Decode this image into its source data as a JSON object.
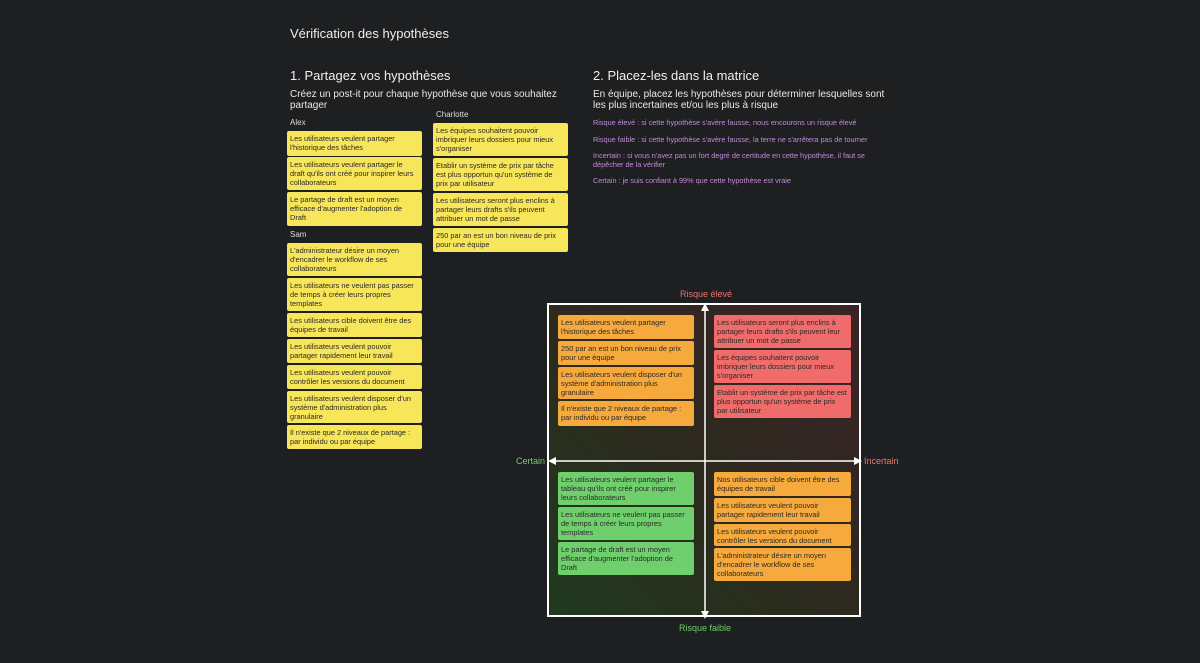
{
  "page": {
    "title": "Vérification des hypothèses"
  },
  "section1": {
    "heading": "1. Partagez vos hypothèses",
    "subtitle": "Créez un post-it pour chaque hypothèse que vous souhaitez partager",
    "groups": [
      {
        "name": "Alex",
        "notes": [
          "Les utilisateurs veulent partager l'historique des tâches",
          "Les utilisateurs veulent partager le draft qu'ils ont créé pour inspirer leurs collaborateurs",
          "Le partage de draft est un moyen efficace d'augmenter l'adoption de Draft"
        ]
      },
      {
        "name": "Charlotte",
        "notes": [
          "Les équipes souhaitent pouvoir imbriquer leurs dossiers pour mieux s'organiser",
          "Etablir un système de prix par tâche est plus opportun qu'un système de prix par utilisateur",
          "Les utilisateurs seront plus enclins à partager leurs drafts s'ils peuvent attribuer un mot de passe",
          "250 par an est un bon niveau de prix pour une équipe"
        ]
      },
      {
        "name": "Sam",
        "notes": [
          "L'administrateur désire un moyen d'encadrer le workflow de ses collaborateurs",
          "Les utilisateurs ne veulent pas passer de temps à créer leurs propres templates",
          "Les utilisateurs cible doivent être des équipes de travail",
          "Les utilisateurs veulent pouvoir partager rapidement leur travail",
          "Les utilisateurs veulent pouvoir contrôler les versions du document",
          "Les utilisateurs veulent disposer d'un système d'administration plus granulaire",
          "Il n'existe que 2 niveaux de partage : par individu ou par équipe"
        ]
      }
    ]
  },
  "section2": {
    "heading": "2. Placez-les dans la matrice",
    "subtitle": "En équipe, placez les hypothèses pour déterminer lesquelles sont les plus incertaines et/ou les plus à risque",
    "legend": [
      "Risque élevé : si cette hypothèse s'avère fausse, nous encourons un risque élevé",
      "Risque faible : si cette hypothèse s'avère fausse, la terre ne s'arrêtera pas de tourner",
      "Incertain : si vous n'avez pas un fort degré de certitude en cette hypothèse, il faut se dépêcher de la vérifier",
      "Certain : je suis confiant à 99% que cette hypothèse est vraie"
    ]
  },
  "matrix": {
    "axis_top": "Risque élevé",
    "axis_bottom": "Risque faible",
    "axis_left": "Certain",
    "axis_right": "Incertain",
    "colors": {
      "top": "#e8736b",
      "bottom": "#6fcf6c",
      "left": "#6fcf6c",
      "right": "#e8736b"
    },
    "top_left": [
      "Les utilisateurs veulent partager l'historique des tâches",
      "250 par an est un bon niveau de prix pour une équipe",
      "Les utilisateurs veulent disposer d'un système d'administration plus granulaire",
      "Il n'existe que 2 niveaux de partage : par individu ou par équipe"
    ],
    "top_right": [
      "Les utilisateurs seront plus enclins à partager leurs drafts s'ils peuvent leur attribuer un mot de passe",
      "Les équipes souhaitent pouvoir imbriquer leurs dossiers pour mieux s'organiser",
      "Etablir un système de prix par tâche est plus opportun qu'un système de prix par utilisateur"
    ],
    "bottom_left": [
      "Les utilisateurs veulent partager le tableau qu'ils ont créé pour inspirer leurs collaborateurs",
      "Les utilisateurs ne veulent pas passer de temps à créer leurs propres templates",
      "Le partage de draft est un moyen efficace d'augmenter l'adoption de Draft"
    ],
    "bottom_right": [
      "Nos utilisateurs cible doivent être des équipes de travail",
      "Les utilisateurs veulent pouvoir partager rapidement leur travail",
      "Les utilisateurs veulent pouvoir contrôler les versions du document",
      "L'administrateur désire un moyen d'encadrer le workflow de ses collaborateurs"
    ]
  }
}
